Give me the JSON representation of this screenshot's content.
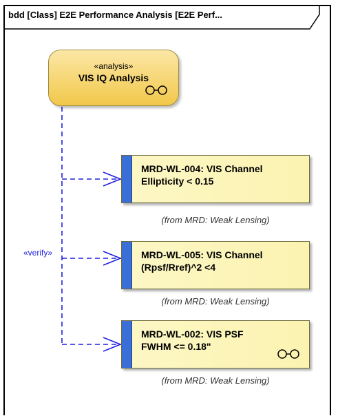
{
  "frame": {
    "title": "bdd [Class] E2E Performance Analysis [E2E Perf..."
  },
  "analysis": {
    "stereotype": "«analysis»",
    "name": "VIS IQ Analysis"
  },
  "requirements": [
    {
      "line1": "MRD-WL-004: VIS Channel",
      "line2": "Ellipticity < 0.15",
      "from": "(from MRD: Weak Lensing)"
    },
    {
      "line1": "MRD-WL-005: VIS Channel",
      "line2": "(Rpsf/Rref)^2 <4",
      "from": "(from MRD: Weak Lensing)"
    },
    {
      "line1": "MRD-WL-002: VIS PSF",
      "line2": "FWHM <= 0.18\"",
      "from": "(from MRD: Weak Lensing)"
    }
  ],
  "connector": {
    "label": "«verify»"
  },
  "colors": {
    "analysis_fill": "#f2c84a",
    "requirement_fill": "#fbf3b0",
    "requirement_bar": "#3a6fd8",
    "link": "#1f1fe0"
  },
  "icons": {
    "analysis": "composite-link-icon",
    "requirement_3": "composite-link-icon"
  }
}
